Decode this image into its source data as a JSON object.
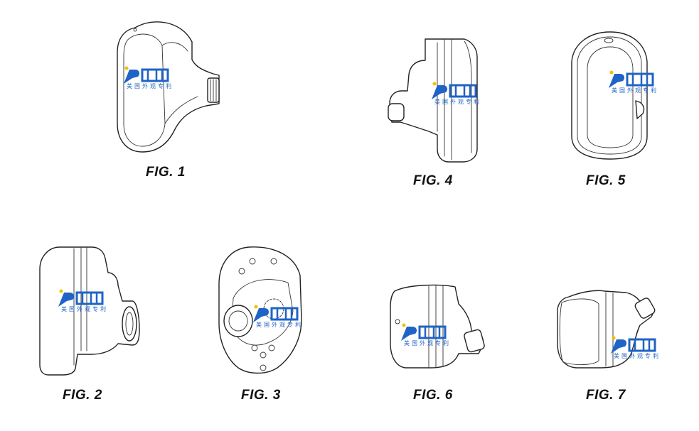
{
  "figures": [
    {
      "id": "fig1",
      "caption": "FIG. 1"
    },
    {
      "id": "fig2",
      "caption": "FIG. 2"
    },
    {
      "id": "fig3",
      "caption": "FIG. 3"
    },
    {
      "id": "fig4",
      "caption": "FIG. 4"
    },
    {
      "id": "fig5",
      "caption": "FIG. 5"
    },
    {
      "id": "fig6",
      "caption": "FIG. 6"
    },
    {
      "id": "fig7",
      "caption": "FIG. 7"
    }
  ],
  "watermark": {
    "text": "美国外观专利",
    "color": "#1f63c6"
  }
}
